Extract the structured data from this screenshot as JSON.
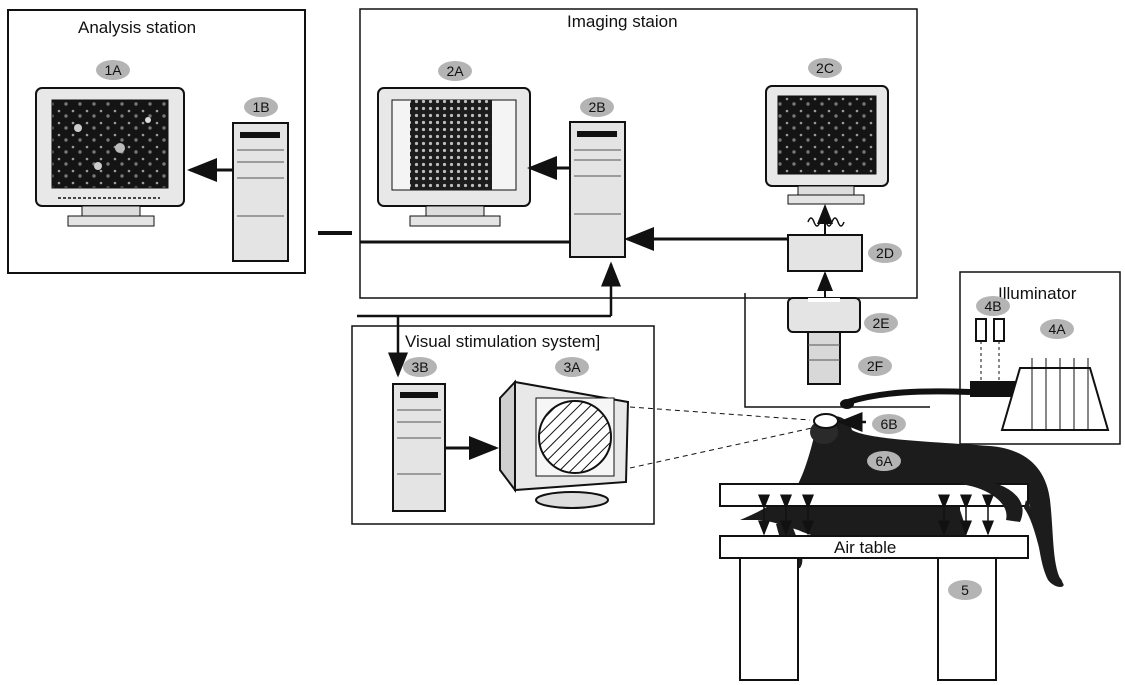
{
  "titles": {
    "analysis": "Analysis station",
    "imaging": "Imaging staion",
    "visual": "Visual stimulation system]",
    "illuminator": "Illuminator",
    "air_table": "Air table"
  },
  "labels": {
    "l1A": "1A",
    "l1B": "1B",
    "l2A": "2A",
    "l2B": "2B",
    "l2C": "2C",
    "l2D": "2D",
    "l2E": "2E",
    "l2F": "2F",
    "l3A": "3A",
    "l3B": "3B",
    "l4A": "4A",
    "l4B": "4B",
    "l5": "5",
    "l6A": "6A",
    "l6B": "6B"
  },
  "colors": {
    "line": "#111111",
    "badge": "#b4b4b4",
    "screen": "#1a1a1a",
    "case": "#e4e4e4"
  }
}
